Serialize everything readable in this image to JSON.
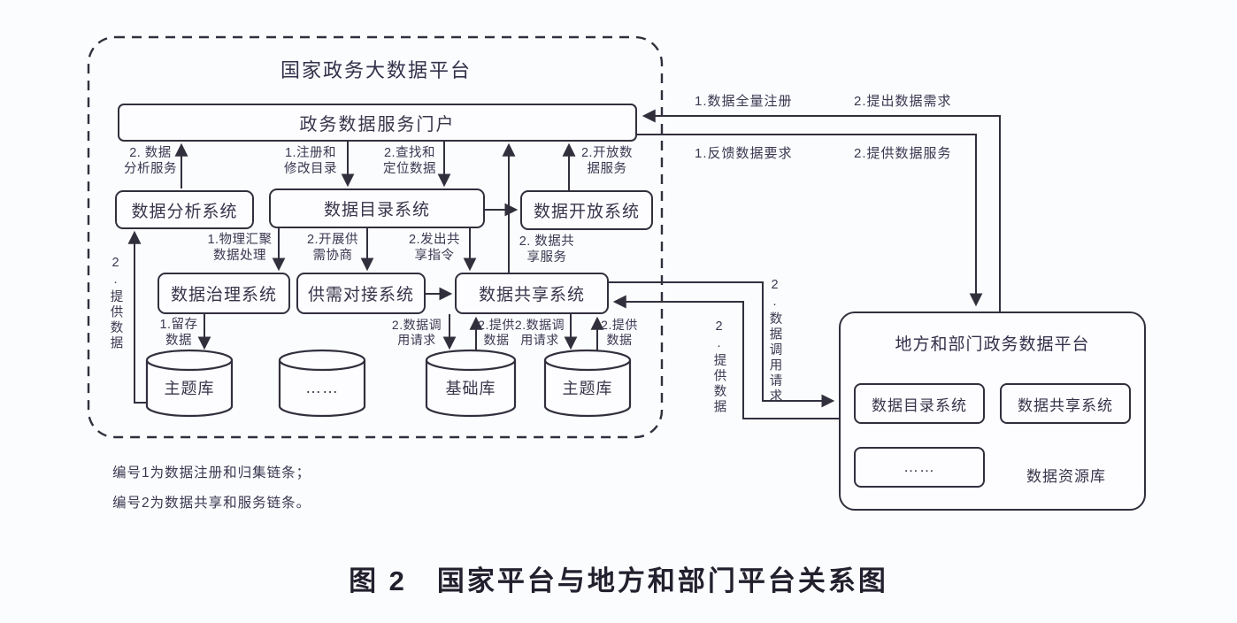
{
  "national": {
    "title": "国家政务大数据平台",
    "portal": "政务数据服务门户",
    "systems": {
      "analysis": "数据分析系统",
      "catalog": "数据目录系统",
      "open": "数据开放系统",
      "governance": "数据治理系统",
      "matching": "供需对接系统",
      "sharing": "数据共享系统"
    },
    "databases": [
      "主题库",
      "……",
      "基础库",
      "主题库"
    ],
    "flow_labels": {
      "analysis_service": "2. 数据\n分析服务",
      "register_modify": "1.注册和\n修改目录",
      "find_locate": "2.查找和\n定位数据",
      "open_service": "2.开放数\n据服务",
      "share_service": "2. 数据共\n享服务",
      "physical_aggregate": "1.物理汇聚\n数据处理",
      "negotiate": "2.开展供\n需协商",
      "share_command": "2.发出共\n享指令",
      "retain": "1.留存\n数据",
      "provide_to_analysis": "2.提供数据",
      "call_request_base": "2.数据调\n用请求",
      "provide_base": "2.提供\n数据",
      "call_request_theme": "2.数据调\n用请求",
      "provide_theme": "2.提供\n数据"
    }
  },
  "external_flows": {
    "register_full": "1.数据全量注册",
    "propose_demand": "2.提出数据需求",
    "feedback_requirements": "1.反馈数据要求",
    "provide_data_service": "2.提供数据服务",
    "call_request_right": "2.数据调用请求",
    "provide_data_right": "2.提供数据"
  },
  "local_platform": {
    "title": "地方和部门政务数据平台",
    "catalog": "数据目录系统",
    "sharing": "数据共享系统",
    "dots": "……",
    "resource_db": "数据资源库"
  },
  "figure": {
    "notes": [
      "编号1为数据注册和归集链条；",
      "编号2为数据共享和服务链条。"
    ],
    "caption": "图 2　国家平台与地方和部门平台关系图"
  }
}
